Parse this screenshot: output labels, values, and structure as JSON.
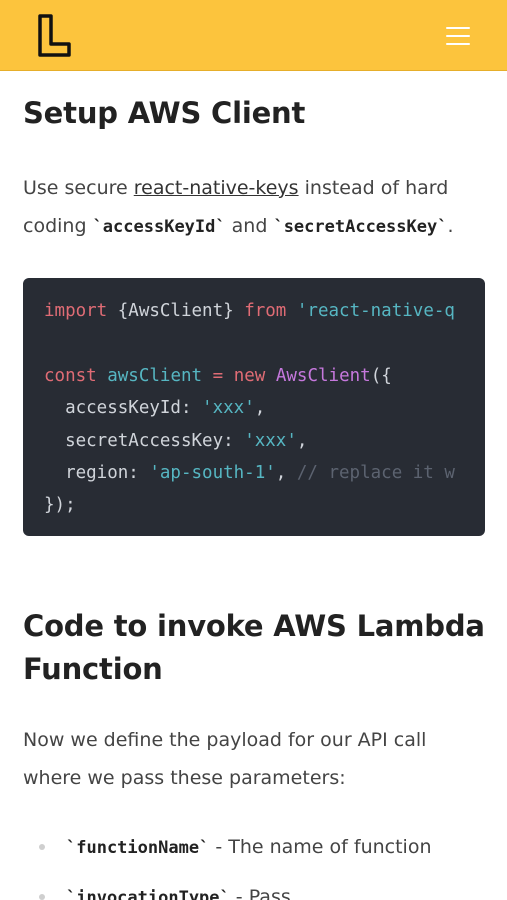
{
  "header": {
    "background": "#fcc43d",
    "logo_icon": "letter-l-logo",
    "menu_icon": "hamburger-menu-icon"
  },
  "section_setup": {
    "heading": "Setup AWS Client",
    "para_start": "Use secure ",
    "link": "react-native-keys",
    "para_mid": " instead of hard coding ",
    "code_1": "`accessKeyId`",
    "para_and": " and ",
    "code_2": "`secretAccessKey`",
    "para_end": "."
  },
  "code_block": {
    "background": "#282c34",
    "lines": [
      "import {AwsClient} from 'react-native-q",
      "",
      "const awsClient = new AwsClient({",
      "  accessKeyId: 'xxx',",
      "  secretAccessKey: 'xxx',",
      "  region: 'ap-south-1', // replace it w",
      "});"
    ]
  },
  "section_invoke": {
    "heading": "Code to invoke AWS Lambda Function",
    "paragraph": "Now we define the payload for our API call where we pass these parameters:",
    "bullets": [
      {
        "code": "`functionName`",
        "text": " - The name of function"
      },
      {
        "code": "`invocationType`",
        "text": " - Pass"
      }
    ]
  }
}
